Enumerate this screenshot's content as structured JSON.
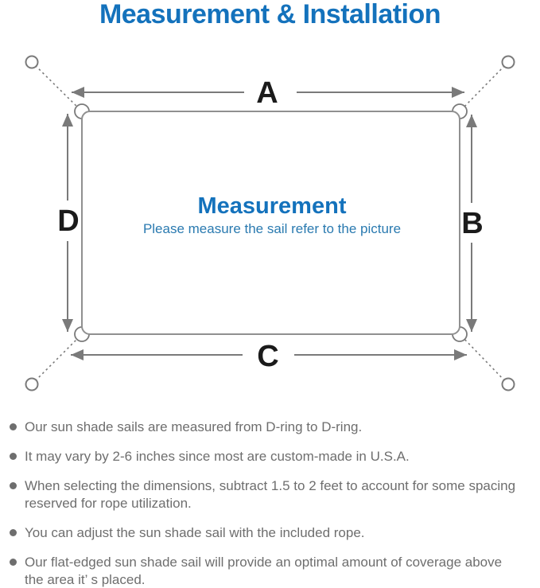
{
  "header": {
    "title": "Measurement & Installation"
  },
  "diagram": {
    "dimension_labels": {
      "top": "A",
      "right": "B",
      "bottom": "C",
      "left": "D"
    },
    "center": {
      "title": "Measurement",
      "subtitle": "Please measure the sail refer to the picture"
    }
  },
  "notes": {
    "bullets": [
      "Our sun shade sails are measured from D-ring to D-ring.",
      "It may vary by 2-6 inches since most are custom-made in U.S.A.",
      "When selecting the dimensions, subtract 1.5 to 2 feet to account for some spacing\nreserved for rope utilization.",
      "You can adjust the sun shade sail with the included rope.",
      "Our flat-edged sun shade sail will provide an optimal amount of coverage above\nthe area it’ s placed."
    ]
  },
  "colors": {
    "title_blue": "#1472bc",
    "center_title_blue": "#1472bc",
    "center_subtitle_blue": "#2a7ab0",
    "diagram_line_gray": "#7a7a7a",
    "sail_border_gray": "#909090",
    "dimension_label_black": "#1b1b1b",
    "body_text_gray": "#6e6e6e"
  }
}
